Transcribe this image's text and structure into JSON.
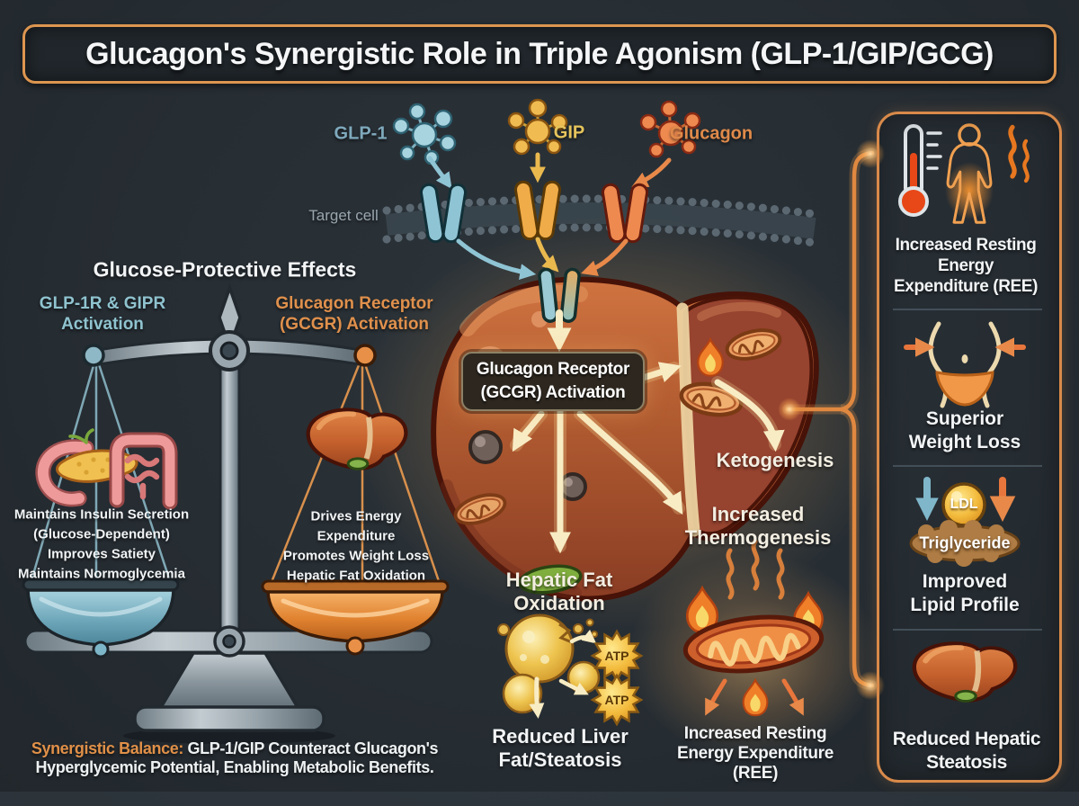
{
  "title": "Glucagon's Synergistic Role in Triple Agonism (GLP-1/GIP/GCG)",
  "ligands": {
    "glp1": "GLP-1",
    "gip": "GIP",
    "glucagon": "Glucagon",
    "target_cell": "Target cell"
  },
  "balance": {
    "heading": "Glucose-Protective Effects",
    "left_title": [
      "GLP-1R & GIPR",
      "Activation"
    ],
    "right_title": [
      "Glucagon Receptor",
      "(GCGR) Activation"
    ],
    "left_pan": [
      "Maintains Insulin Secretion",
      "(Glucose-Dependent)",
      "Improves Satiety",
      "Maintains Normoglycemia"
    ],
    "right_pan": [
      "Drives Energy",
      "Expenditure",
      "Promotes Weight Loss",
      "Hepatic Fat Oxidation"
    ]
  },
  "pathway": {
    "gcgr_box": [
      "Glucagon Receptor",
      "(GCGR) Activation"
    ],
    "ketogenesis": "Ketogenesis",
    "thermogenesis": [
      "Increased",
      "Thermogenesis"
    ],
    "hepatic_fat_oxidation": [
      "Hepatic Fat",
      "Oxidation"
    ],
    "atp": "ATP",
    "reduced_liver_fat": [
      "Reduced Liver",
      "Fat/Steatosis"
    ],
    "increased_ree": [
      "Increased Resting",
      "Energy Expenditure",
      "(REE)"
    ]
  },
  "outcomes": {
    "ree": [
      "Increased Resting",
      "Energy",
      "Expenditure (REE)"
    ],
    "weight": [
      "Superior",
      "Weight Loss"
    ],
    "lipid": {
      "ldl": "LDL",
      "triglyceride": "Triglyceride",
      "label": [
        "Improved",
        "Lipid Profile"
      ]
    },
    "steatosis": [
      "Reduced Hepatic",
      "Steatosis"
    ]
  },
  "footer": {
    "bold": "Synergistic Balance:",
    "rest": " GLP-1/GIP Counteract Glucagon's",
    "line2": "Hyperglycemic Potential, Enabling Metabolic Benefits."
  },
  "colors": {
    "background": "#262D33",
    "accent_orange": "#E0914C",
    "steel_blue": "#8FC3CF",
    "gold": "#E6C45C",
    "cream_arrow": "#F8ECC4",
    "panel_border": "#D98A4A",
    "text_white": "#F2F4F5"
  }
}
